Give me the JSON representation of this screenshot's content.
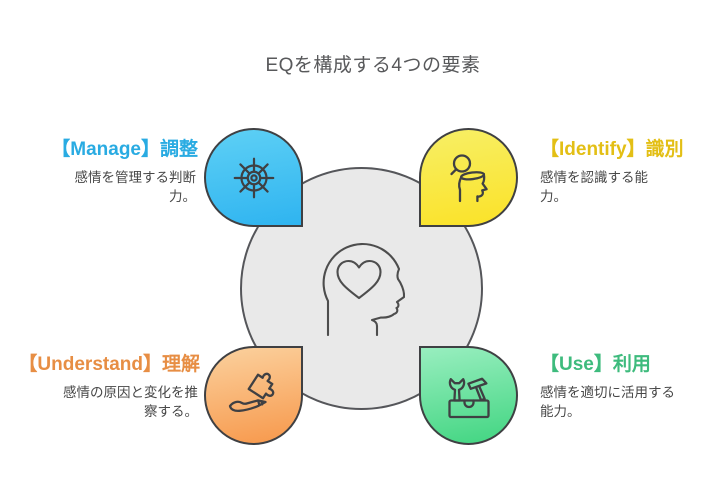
{
  "title": "EQを構成する4つの要素",
  "style": {
    "background": "#FFFFFF",
    "title_color": "#58595B",
    "body_text_color": "#474747",
    "outline_color": "#3F4043",
    "center_circle_fill": "#E9E9E9"
  },
  "center": {
    "icon": "head-with-heart",
    "description": "profile of a head containing a heart outline"
  },
  "sections": [
    {
      "key": "manage",
      "position": "top-left",
      "title": "【Manage】調整",
      "desc_lines": [
        "感情を管理する判断",
        "力。"
      ],
      "accent_color": "#29ABE2",
      "petal_gradient": [
        "#5ED0F5",
        "#2FB4F0"
      ],
      "icon": "ship-helm"
    },
    {
      "key": "identify",
      "position": "top-right",
      "title": "【Identify】識別",
      "desc_lines": [
        "感情を認識する能",
        "力。"
      ],
      "accent_color": "#E3BF15",
      "petal_gradient": [
        "#F7EF66",
        "#FBE227"
      ],
      "icon": "magnifier-over-open-head"
    },
    {
      "key": "understand",
      "position": "bottom-left",
      "title": "【Understand】理解",
      "desc_lines": [
        "感情の原因と変化を推",
        "察する。"
      ],
      "accent_color": "#E78E44",
      "petal_gradient": [
        "#FBD19E",
        "#F7984B"
      ],
      "icon": "hand-offering-puzzle-piece"
    },
    {
      "key": "use",
      "position": "bottom-right",
      "title": "【Use】利用",
      "desc_lines": [
        "感情を適切に活用する",
        "能力。"
      ],
      "accent_color": "#3EBB7D",
      "petal_gradient": [
        "#98EEBF",
        "#41D581"
      ],
      "icon": "toolbox-with-wrench-and-hammer"
    }
  ]
}
